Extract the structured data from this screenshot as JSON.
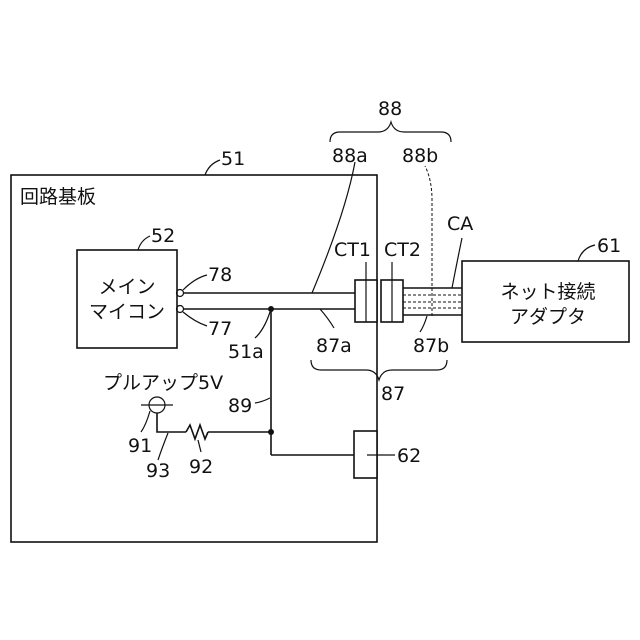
{
  "labels": {
    "cable_assembly": "88",
    "cable_a": "88a",
    "cable_b": "88b",
    "board_ref": "51",
    "board_name": "回路基板",
    "main_ref": "52",
    "main_line1": "メイン",
    "main_line2": "マイコン",
    "pin_top": "78",
    "pin_bottom": "77",
    "node_ref": "51a",
    "ct1": "CT1",
    "ct2": "CT2",
    "cable_cap": "CA",
    "adapter_ref": "61",
    "adapter_line1": "ネット接続",
    "adapter_line2": "アダプタ",
    "line_a": "87a",
    "line_b": "87b",
    "line_group": "87",
    "pullup": "プルアップ5V",
    "line_89": "89",
    "comp_91": "91",
    "comp_92": "92",
    "comp_93": "93",
    "block_62": "62"
  }
}
